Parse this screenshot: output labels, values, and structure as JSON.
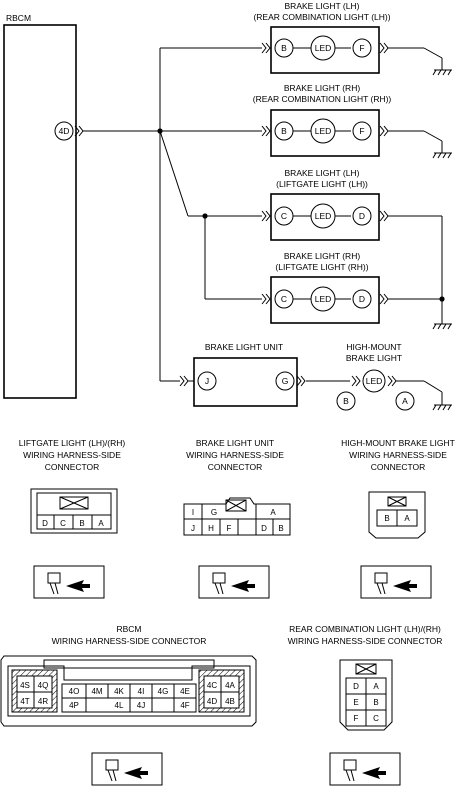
{
  "diagram": {
    "rbcm": {
      "label": "RBCM",
      "pin": "4D"
    },
    "brake_lh_rear": {
      "title1": "BRAKE LIGHT (LH)",
      "title2": "(REAR COMBINATION LIGHT (LH))",
      "pin_left": "B",
      "center": "LED",
      "pin_right": "F"
    },
    "brake_rh_rear": {
      "title1": "BRAKE LIGHT (RH)",
      "title2": "(REAR COMBINATION LIGHT (RH))",
      "pin_left": "B",
      "center": "LED",
      "pin_right": "F"
    },
    "brake_lh_lift": {
      "title1": "BRAKE LIGHT (LH)",
      "title2": "(LIFTGATE LIGHT (LH))",
      "pin_left": "C",
      "center": "LED",
      "pin_right": "D"
    },
    "brake_rh_lift": {
      "title1": "BRAKE LIGHT (RH)",
      "title2": "(LIFTGATE LIGHT (RH))",
      "pin_left": "C",
      "center": "LED",
      "pin_right": "D"
    },
    "brake_light_unit": {
      "title": "BRAKE LIGHT UNIT",
      "pin_left": "J",
      "pin_right": "G"
    },
    "high_mount": {
      "title1": "HIGH-MOUNT",
      "title2": "BRAKE LIGHT",
      "center": "LED",
      "pin_b": "B",
      "pin_a": "A"
    }
  },
  "connectors": {
    "liftgate": {
      "title": [
        "LIFTGATE LIGHT (LH)/(RH)",
        "WIRING HARNESS-SIDE",
        "CONNECTOR"
      ],
      "pins": [
        "D",
        "C",
        "B",
        "A"
      ]
    },
    "blu": {
      "title": [
        "BRAKE LIGHT UNIT",
        "WIRING HARNESS-SIDE",
        "CONNECTOR"
      ],
      "row1": [
        "I",
        "G",
        "",
        "A"
      ],
      "row2": [
        "J",
        "H",
        "F",
        "D",
        "B"
      ]
    },
    "hmbl": {
      "title": [
        "HIGH-MOUNT BRAKE LIGHT",
        "WIRING HARNESS-SIDE",
        "CONNECTOR"
      ],
      "pins": [
        "B",
        "A"
      ]
    },
    "rbcm": {
      "title": [
        "RBCM",
        "WIRING HARNESS-SIDE CONNECTOR"
      ],
      "left": [
        [
          "4S",
          "4Q"
        ],
        [
          "4T",
          "4R"
        ]
      ],
      "mid_top": [
        "4O",
        "4M",
        "4K",
        "4I",
        "4G",
        "4E"
      ],
      "mid_bot": [
        "4P",
        "4L",
        "4J",
        "4F"
      ],
      "right": [
        [
          "4C",
          "4A"
        ],
        [
          "4D",
          "4B"
        ]
      ]
    },
    "rear_comb": {
      "title": [
        "REAR COMBINATION LIGHT (LH)/(RH)",
        "WIRING HARNESS-SIDE CONNECTOR"
      ],
      "rows": [
        [
          "D",
          "A"
        ],
        [
          "E",
          "B"
        ],
        [
          "F",
          "C"
        ]
      ]
    }
  }
}
